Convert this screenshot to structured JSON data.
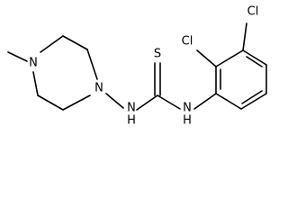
{
  "molecule": {
    "atoms": {
      "cl_upper": "Cl",
      "cl_lower": "Cl",
      "sulfur": "S",
      "n_methyl": "N",
      "n_ring": "N",
      "nh_left": "N",
      "h_left": "H",
      "nh_right": "N",
      "h_right": "H"
    }
  }
}
